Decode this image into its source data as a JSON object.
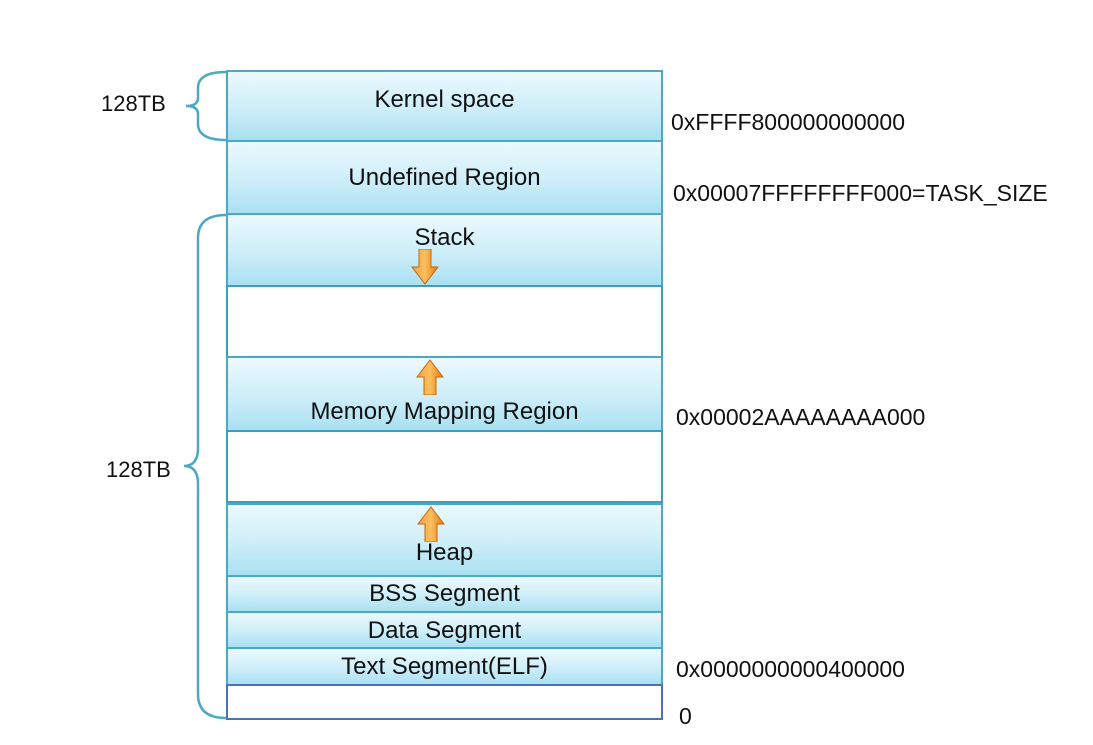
{
  "segments": {
    "kernel": "Kernel space",
    "undefined": "Undefined Region",
    "stack": "Stack",
    "mmap": "Memory Mapping Region",
    "heap": "Heap",
    "bss": "BSS Segment",
    "data": "Data Segment",
    "text": "Text Segment(ELF)"
  },
  "addresses": {
    "kernel_start": "0xFFFF800000000000",
    "task_size": "0x00007FFFFFFFF000=TASK_SIZE",
    "mmap_base": "0x00002AAAAAAAA000",
    "text_start": "0x0000000000400000",
    "zero": "0"
  },
  "sizes": {
    "kernel": "128TB",
    "user": "128TB"
  },
  "arrows": {
    "stack": "down",
    "mmap": "up",
    "heap": "up"
  },
  "colors": {
    "segment_border": "#4aa9c3",
    "segment_fill": "#cdeef9",
    "arrow": "#f08a1c",
    "brace": "#4aa9c3"
  }
}
